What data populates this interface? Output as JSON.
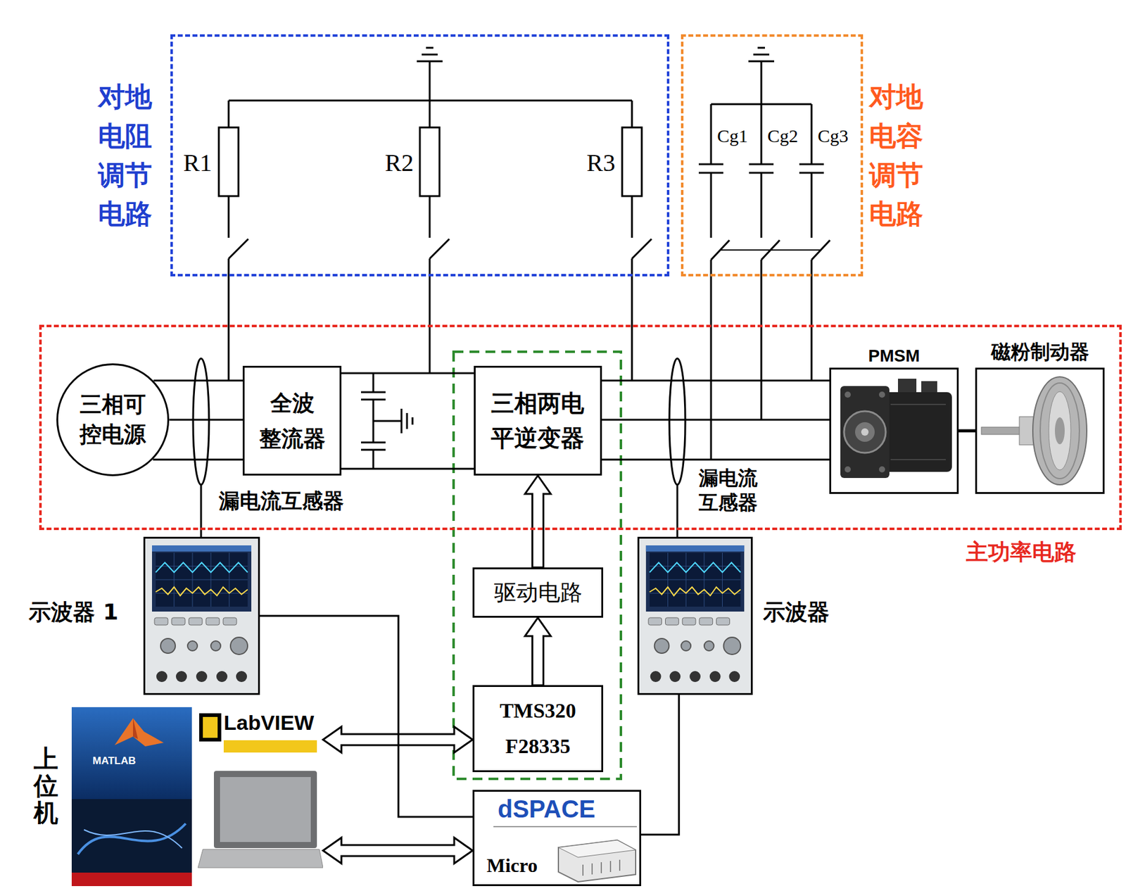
{
  "diagram": {
    "nodes": [
      {
        "text": [
          "对地 电阻 调节 电路"
        ]
      },
      {
        "text": [
          "对地 电容 调节 电路"
        ]
      },
      {
        "text": [
          "主功率电路"
        ]
      },
      {
        "text": [
          "三相可 控电源"
        ],
        "in": 2
      },
      {
        "text": [
          "全波 整流器"
        ],
        "in": 2
      },
      {
        "text": [
          "三相两电 平逆变器"
        ],
        "in": 2
      },
      {
        "text": [
          "PMSM"
        ],
        "in": 2
      },
      {
        "text": [
          "磁粉制动器"
        ],
        "in": 2
      },
      {
        "text": [
          "示波器 1"
        ]
      },
      {
        "text": [
          "示波器"
        ]
      },
      {
        "text": [
          "驱动电路"
        ]
      },
      {
        "text": [
          "TMS320 F28335"
        ]
      },
      {
        "text": [
          "上位机",
          "MATLAB",
          "LabVIEW"
        ]
      },
      {
        "text": [
          "dSPACE",
          "Micro"
        ]
      }
    ],
    "edges": [
      {
        "from": 3,
        "to": 4,
        "arrow": "none"
      },
      {
        "from": 4,
        "to": 5,
        "arrow": "none"
      },
      {
        "from": 5,
        "to": 6,
        "arrow": "none"
      },
      {
        "from": 6,
        "to": 7,
        "arrow": "none"
      },
      {
        "from": 10,
        "to": 5,
        "arrow": "to"
      },
      {
        "from": 11,
        "to": 10,
        "arrow": "to"
      },
      {
        "from": 12,
        "to": 11,
        "arrow": "both"
      },
      {
        "from": 12,
        "to": 13,
        "arrow": "both"
      },
      {
        "from": 8,
        "to": 13,
        "arrow": "none"
      },
      {
        "from": 9,
        "to": 13,
        "arrow": "none"
      }
    ],
    "labels": [
      "R1",
      "R2",
      "R3",
      "Cg1",
      "Cg2",
      "Cg3",
      "漏电流互感器",
      "漏电流 互感器"
    ]
  }
}
